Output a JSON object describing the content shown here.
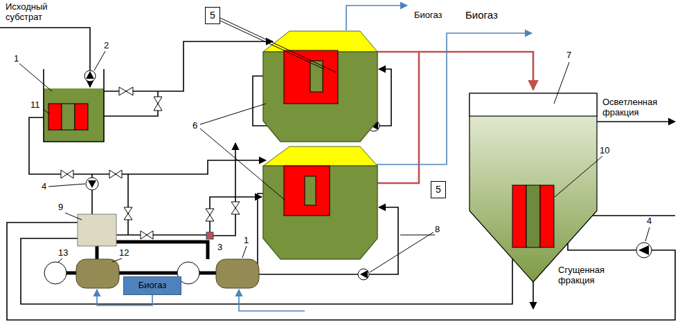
{
  "diagram": {
    "nodes": [
      {
        "text": [
          "5"
        ]
      },
      {
        "text": [
          "5"
        ]
      },
      {
        "text": [
          "Биогаз"
        ]
      }
    ],
    "labels": [
      "Исходный субстрат",
      "1",
      "2",
      "11",
      "Биогаз",
      "Биогаз",
      "7",
      "6",
      "Осветленная фракция",
      "10",
      "4",
      "9",
      "3",
      "8",
      "4",
      "13",
      "12",
      "1",
      "Сгущенная фракция"
    ]
  }
}
